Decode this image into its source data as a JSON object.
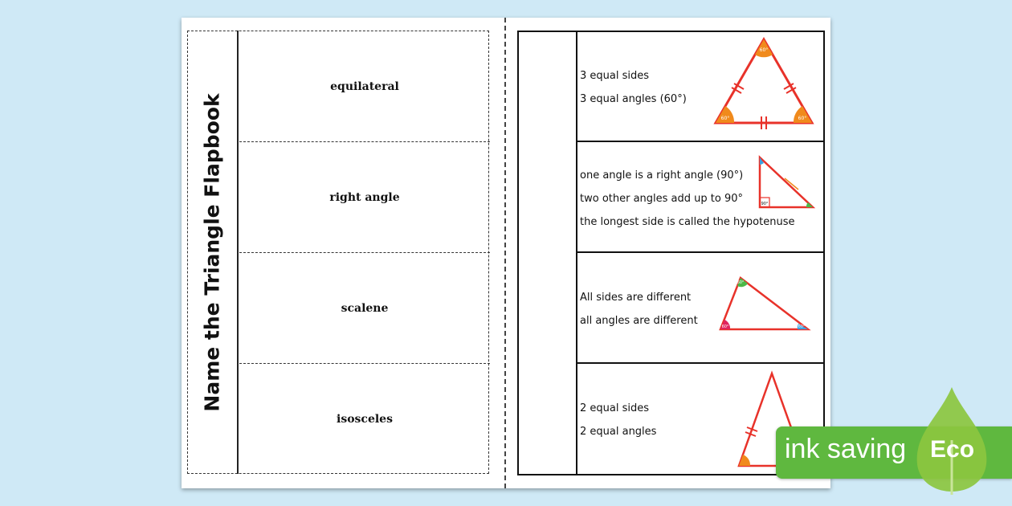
{
  "flapbook": {
    "title": "Name the Triangle Flapbook",
    "flaps": [
      {
        "name": "equilateral"
      },
      {
        "name": "right angle"
      },
      {
        "name": "scalene"
      },
      {
        "name": "isosceles"
      }
    ],
    "descriptions": [
      {
        "lines": [
          "3 equal sides",
          "3 equal angles (60°)"
        ]
      },
      {
        "lines": [
          "one angle is a right angle (90°)",
          "two other angles add up to 90°",
          "the longest side is called the hypotenuse"
        ]
      },
      {
        "lines": [
          "All sides are different",
          "all angles are different"
        ]
      },
      {
        "lines": [
          "2 equal sides",
          "2 equal angles"
        ]
      }
    ],
    "angle_labels": {
      "equilateral": [
        "60°",
        "60°",
        "60°"
      ],
      "right": "90°",
      "scalene": [
        "60°",
        "60°",
        "60°"
      ]
    }
  },
  "badge": {
    "text": "ink saving",
    "word": "Eco"
  },
  "colors": {
    "background": "#cfe9f6",
    "triangle": "#e8322a",
    "angle_orange": "#f08a1c",
    "angle_blue": "#3aa0e0",
    "angle_green": "#4cb848",
    "angle_pink": "#e0245e",
    "eco_green": "#5fb83f"
  }
}
